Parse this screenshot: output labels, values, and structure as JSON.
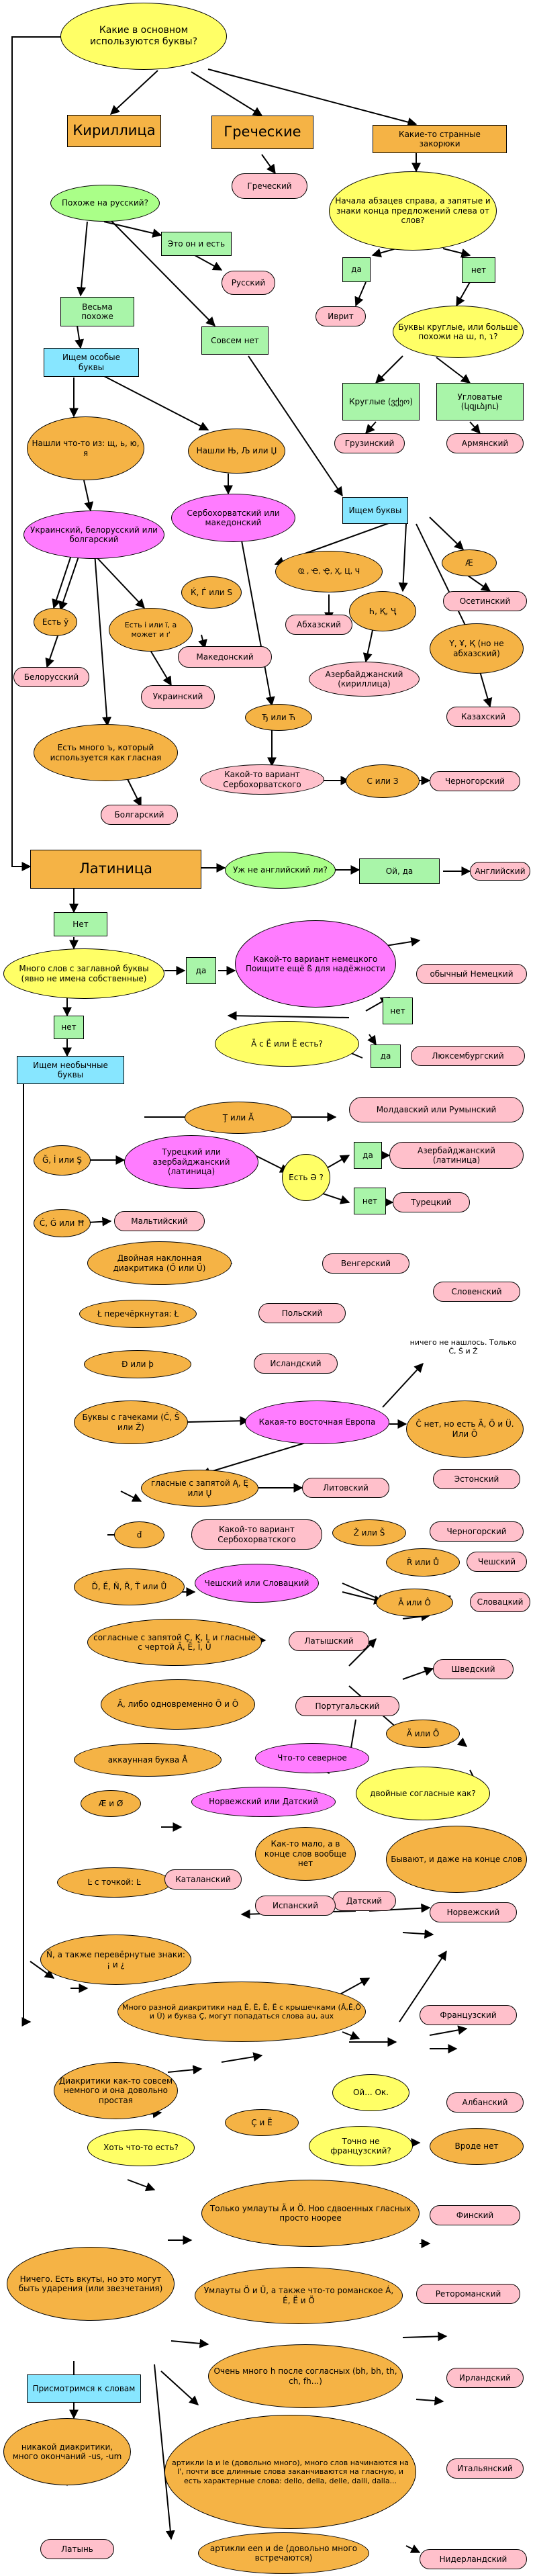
{
  "colors": {
    "orange": "#f5b345",
    "yellow": "#ffff66",
    "pink": "#ffc0cb",
    "magenta": "#ff7cff",
    "green": "#a9f5a9",
    "blue": "#87e6ff",
    "line": "#000000"
  },
  "nodes": [
    {
      "id": "q_letters",
      "text": "Какие в основном используются буквы?"
    },
    {
      "id": "cyrillic",
      "text": "Кириллица"
    },
    {
      "id": "greek_cat",
      "text": "Греческие"
    },
    {
      "id": "strange",
      "text": "Какие-то странные закорюки"
    },
    {
      "id": "greek_res",
      "text": "Греческий"
    },
    {
      "id": "like_russian",
      "text": "Похоже на русский?"
    },
    {
      "id": "this_and_that",
      "text": "Это он и есть"
    },
    {
      "id": "russian",
      "text": "Русский"
    },
    {
      "id": "rtl_q",
      "text": "Начала абзацев справа, а запятые и знаки конца предложений слева от слов?"
    },
    {
      "id": "yes_rtl",
      "text": "да"
    },
    {
      "id": "no_rtl",
      "text": "нет"
    },
    {
      "id": "ivrit",
      "text": "Иврит"
    },
    {
      "id": "round_q",
      "text": "Буквы круглые, или больше похожи на ɯ, n, ɿ?"
    },
    {
      "id": "round",
      "text": "Круглые (ვქეო)"
    },
    {
      "id": "angular",
      "text": "Угловатые (կզյւձյու)"
    },
    {
      "id": "georgian",
      "text": "Грузинский"
    },
    {
      "id": "armenian",
      "text": "Армянский"
    },
    {
      "id": "quite_similar",
      "text": "Весьма похоже"
    },
    {
      "id": "not_at_all",
      "text": "Совсем нет"
    },
    {
      "id": "special1",
      "text": "Ищем особые буквы"
    },
    {
      "id": "found_shch",
      "text": "Нашли что-то из: щ, ь, ю, я"
    },
    {
      "id": "found_nj",
      "text": "Нашли Њ, Љ или Џ"
    },
    {
      "id": "ukr_bel_bul",
      "text": "Украинский, белорусский или болгарский"
    },
    {
      "id": "serb_mac",
      "text": "Сербохорватский или македонский"
    },
    {
      "id": "special2",
      "text": "Ищем буквы"
    },
    {
      "id": "ae",
      "text": "Æ"
    },
    {
      "id": "ossetian",
      "text": "Осетинский"
    },
    {
      "id": "abkh_letters",
      "text": "Ҩ , Ҽ, Ҿ, Ҳ, Ц, Ч"
    },
    {
      "id": "abkhaz",
      "text": "Абхазский"
    },
    {
      "id": "h_k_ch",
      "text": "Һ, Қ, Ҷ"
    },
    {
      "id": "azeri_cyr",
      "text": "Азербайджанский (кириллица)"
    },
    {
      "id": "kazakh_letters",
      "text": "Ү, Ұ, Қ (но не абхазский)"
    },
    {
      "id": "kazakh",
      "text": "Казахский"
    },
    {
      "id": "u_short",
      "text": "Есть ў"
    },
    {
      "id": "i_yi",
      "text": "Есть і или ї, а может и ґ"
    },
    {
      "id": "belarusian",
      "text": "Белорусский"
    },
    {
      "id": "ukrainian",
      "text": "Украинский"
    },
    {
      "id": "many_hard",
      "text": "Есть много ъ, который используется как гласная"
    },
    {
      "id": "bulgarian",
      "text": "Болгарский"
    },
    {
      "id": "kj_gj",
      "text": "Ќ, Ѓ или Ѕ"
    },
    {
      "id": "macedonian",
      "text": "Македонский"
    },
    {
      "id": "dj_tsh",
      "text": "Ђ или Ћ"
    },
    {
      "id": "serbo_variant",
      "text": "Какой-то вариант Сербохорватского"
    },
    {
      "id": "s_or_z",
      "text": "С или З"
    },
    {
      "id": "montenegrin",
      "text": "Черногорский"
    },
    {
      "id": "latin",
      "text": "Латиница"
    },
    {
      "id": "english_q",
      "text": "Уж не английский ли?"
    },
    {
      "id": "yes_oi",
      "text": "Ой, да"
    },
    {
      "id": "english",
      "text": "Английский"
    },
    {
      "id": "no1",
      "text": "Нет"
    },
    {
      "id": "capitals_q",
      "text": "Много слов с заглавной буквы (явно не имена собственные)"
    },
    {
      "id": "yes_cap",
      "text": "да"
    },
    {
      "id": "german_variant",
      "text": "Какой-то вариант немецкого Поищите ещё ß для надёжности"
    },
    {
      "id": "normal_german",
      "text": "обычный Немецкий"
    },
    {
      "id": "ae_e_q",
      "text": "Ä с Ë или Ë есть?"
    },
    {
      "id": "no_g",
      "text": "нет"
    },
    {
      "id": "yes_g",
      "text": "да"
    },
    {
      "id": "luxembourgish",
      "text": "Люксембургский"
    },
    {
      "id": "no2",
      "text": "нет"
    },
    {
      "id": "unusual",
      "text": "Ищем необычные буквы"
    },
    {
      "id": "t_a",
      "text": "Ţ или Ă"
    },
    {
      "id": "moldavian",
      "text": "Молдавский или Румынский"
    },
    {
      "id": "g_s",
      "text": "Ğ, İ или Ş"
    },
    {
      "id": "turk_azeri",
      "text": "Турецкий или азербайджанский (латиница)"
    },
    {
      "id": "schwa_q",
      "text": "Есть Ə ?"
    },
    {
      "id": "yes_schwa",
      "text": "да"
    },
    {
      "id": "no_schwa",
      "text": "нет"
    },
    {
      "id": "azeri_lat",
      "text": "Азербайджанский (латиница)"
    },
    {
      "id": "turkish",
      "text": "Турецкий"
    },
    {
      "id": "c_g_h",
      "text": "Ċ, Ġ или Ħ"
    },
    {
      "id": "maltese",
      "text": "Мальтийский"
    },
    {
      "id": "double_acute",
      "text": "Двойная наклонная диакритика (Ő или Ű)"
    },
    {
      "id": "hungarian",
      "text": "Венгерский"
    },
    {
      "id": "l_stroke",
      "text": "Ł перечёркнутая: Ł"
    },
    {
      "id": "polish",
      "text": "Польский"
    },
    {
      "id": "eth_thorn",
      "text": "Ð или þ"
    },
    {
      "id": "icelandic",
      "text": "Исландский"
    },
    {
      "id": "hacheks",
      "text": "Буквы с гачеками (Č, Š или Ž)"
    },
    {
      "id": "east_europe",
      "text": "Какая-то восточная Европа"
    },
    {
      "id": "nothing_found",
      "text": "ничего не нашлось. Только Č, Š и Ž"
    },
    {
      "id": "slovenian",
      "text": "Словенский"
    },
    {
      "id": "c_but",
      "text": "Č нет, но есть Ä, Ö и Ü. Или Õ"
    },
    {
      "id": "estonian",
      "text": "Эстонский"
    },
    {
      "id": "comma_vowels",
      "text": "гласные с запятой Ą, Ę или Ų"
    },
    {
      "id": "lithuanian",
      "text": "Литовский"
    },
    {
      "id": "d_stroke",
      "text": "đ"
    },
    {
      "id": "serbo_variant2",
      "text": "Какой-то вариант Сербохорватского"
    },
    {
      "id": "z_or_s",
      "text": "Ž или Š"
    },
    {
      "id": "montenegrin2",
      "text": "Черногорский"
    },
    {
      "id": "d_e_r",
      "text": "Ď, Ě, Ň, Ř, Ť или Ů"
    },
    {
      "id": "czech_slovak",
      "text": "Чешский или Словацкий"
    },
    {
      "id": "r_or_u",
      "text": "Ř или Ů"
    },
    {
      "id": "czech",
      "text": "Чешский"
    },
    {
      "id": "a_or_o",
      "text": "Ä или Ô"
    },
    {
      "id": "slovak",
      "text": "Словацкий"
    },
    {
      "id": "comma_cons",
      "text": "согласные с запятой Ç, Ķ, Ļ и гласные с чертой Ā, Ē, Ī, Ū"
    },
    {
      "id": "latvian",
      "text": "Латышский"
    },
    {
      "id": "a_tilde",
      "text": "Ã, либо одновременно Õ и Ô"
    },
    {
      "id": "portuguese",
      "text": "Португальский"
    },
    {
      "id": "swedish",
      "text": "Шведский"
    },
    {
      "id": "a_ring",
      "text": "аккаунная буква Å"
    },
    {
      "id": "northern",
      "text": "Что-то северное"
    },
    {
      "id": "a_umlaut_o",
      "text": "Ä или Ö"
    },
    {
      "id": "ae_oslash",
      "text": "Æ и Ø"
    },
    {
      "id": "nor_dan",
      "text": "Норвежский или Датский"
    },
    {
      "id": "double_cons",
      "text": "двойные согласные как?"
    },
    {
      "id": "few_end",
      "text": "Как-то мало, а в конце слов вообще нет"
    },
    {
      "id": "danish",
      "text": "Датский"
    },
    {
      "id": "at_end",
      "text": "Бывают, и даже на конце слов"
    },
    {
      "id": "norwegian",
      "text": "Норвежский"
    },
    {
      "id": "l_dot",
      "text": "Ŀ с точкой: Ŀ"
    },
    {
      "id": "catalan",
      "text": "Каталанский"
    },
    {
      "id": "n_tilde",
      "text": "Ñ, а также перевёрнутые знаки: ¡ и ¿"
    },
    {
      "id": "spanish",
      "text": "Испанский"
    },
    {
      "id": "many_diacr",
      "text": "Много разной диакритики над Ê, Ë, Ê, Ë с крышечками (Â,Ê,Ô и Û) и буква Ç, могут попадаться слова au, aux"
    },
    {
      "id": "french",
      "text": "Французский"
    },
    {
      "id": "few_diacr",
      "text": "Диакритики как-то совсем немного и она довольно простая"
    },
    {
      "id": "c_e",
      "text": "Ç и Ë"
    },
    {
      "id": "oi_ok",
      "text": "Ой... Ок."
    },
    {
      "id": "albanian",
      "text": "Албанский"
    },
    {
      "id": "french_q",
      "text": "Точно не французский?"
    },
    {
      "id": "seems_no",
      "text": "Вроде нет"
    },
    {
      "id": "anything_q",
      "text": "Хоть что-то есть?"
    },
    {
      "id": "umlauts_only",
      "text": "Только умлауты  Ä и Ö. Ноо сдвоенных гласных просто ноорее"
    },
    {
      "id": "finnish",
      "text": "Финский"
    },
    {
      "id": "nothing_at_all",
      "text": "Ничего. Есть вкуты, но это могут быть ударения (или звезчетания)"
    },
    {
      "id": "romansh_letters",
      "text": "Умлауты Ö и Ü, а также что-то романское Á, É, Ë и Ö"
    },
    {
      "id": "romansh",
      "text": "Ретороманский"
    },
    {
      "id": "look_words",
      "text": "Присмотримся к словам"
    },
    {
      "id": "irish_letters",
      "text": "Очень много h после согласных (bh, bh, th, ch, fh...)"
    },
    {
      "id": "irish",
      "text": "Ирландский"
    },
    {
      "id": "italian_letters",
      "text": "артикли la и le (довольно много), много слов начинаются на l', почти все длинные слова заканчиваются на гласную, и есть характерные слова: dello, della, delle, dalli, dalla..."
    },
    {
      "id": "italian",
      "text": "Итальянский"
    },
    {
      "id": "latin_letters",
      "text": "никакой диакритики, много окончаний -us, -um"
    },
    {
      "id": "latin_lang",
      "text": "Латынь"
    },
    {
      "id": "dutch_letters",
      "text": "артикли een и de (довольно много встречаются)"
    },
    {
      "id": "dutch",
      "text": "Нидерландский"
    }
  ]
}
